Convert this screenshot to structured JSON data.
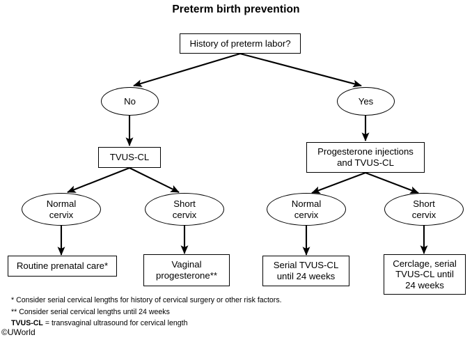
{
  "title": "Preterm birth prevention",
  "copyright": "©UWorld",
  "colors": {
    "stroke": "#000000",
    "fill": "#ffffff",
    "text": "#000000"
  },
  "nodes": {
    "root": {
      "label": "History of preterm labor?",
      "shape": "box"
    },
    "answer_no": {
      "label": "No",
      "shape": "ellipse"
    },
    "answer_yes": {
      "label": "Yes",
      "shape": "ellipse"
    },
    "tvus_cl": {
      "label": "TVUS-CL",
      "shape": "box"
    },
    "progesterone_tvus": {
      "line1": "Progesterone injections",
      "line2": "and TVUS-CL",
      "shape": "box"
    },
    "left_normal_cervix": {
      "line1": "Normal",
      "line2": "cervix",
      "shape": "ellipse"
    },
    "left_short_cervix": {
      "line1": "Short",
      "line2": "cervix",
      "shape": "ellipse"
    },
    "right_normal_cervix": {
      "line1": "Normal",
      "line2": "cervix",
      "shape": "ellipse"
    },
    "right_short_cervix": {
      "line1": "Short",
      "line2": "cervix",
      "shape": "ellipse"
    },
    "routine_prenatal_care": {
      "label": "Routine prenatal care*",
      "shape": "box"
    },
    "vaginal_progesterone": {
      "line1": "Vaginal",
      "line2": "progesterone**",
      "shape": "box"
    },
    "serial_tvus": {
      "line1": "Serial TVUS-CL",
      "line2": "until 24 weeks",
      "shape": "box"
    },
    "cerclage_serial_tvus": {
      "line1": "Cerclage, serial",
      "line2": "TVUS-CL until",
      "line3": "24 weeks",
      "shape": "box"
    }
  },
  "footnotes": {
    "asterisk": "* Consider serial cervical lengths for history of cervical surgery or other risk factors.",
    "double_asterisk": "** Consider serial cervical lengths until 24 weeks",
    "abbrev_term": "TVUS-CL",
    "abbrev_definition": " = transvaginal ultrasound for cervical length"
  },
  "chart_data": {
    "type": "flowchart",
    "title": "Preterm birth prevention",
    "orientation": "top-down",
    "nodes": [
      {
        "id": "root",
        "text": "History of preterm labor?",
        "shape": "rectangle",
        "level": 0
      },
      {
        "id": "answer_no",
        "text": "No",
        "shape": "ellipse",
        "level": 1
      },
      {
        "id": "answer_yes",
        "text": "Yes",
        "shape": "ellipse",
        "level": 1
      },
      {
        "id": "tvus_cl",
        "text": "TVUS-CL",
        "shape": "rectangle",
        "level": 2
      },
      {
        "id": "progesterone_tvus",
        "text": "Progesterone injections and TVUS-CL",
        "shape": "rectangle",
        "level": 2
      },
      {
        "id": "left_normal_cervix",
        "text": "Normal cervix",
        "shape": "ellipse",
        "level": 3
      },
      {
        "id": "left_short_cervix",
        "text": "Short cervix",
        "shape": "ellipse",
        "level": 3
      },
      {
        "id": "right_normal_cervix",
        "text": "Normal cervix",
        "shape": "ellipse",
        "level": 3
      },
      {
        "id": "right_short_cervix",
        "text": "Short cervix",
        "shape": "ellipse",
        "level": 3
      },
      {
        "id": "routine_prenatal_care",
        "text": "Routine prenatal care*",
        "shape": "rectangle",
        "level": 4
      },
      {
        "id": "vaginal_progesterone",
        "text": "Vaginal progesterone**",
        "shape": "rectangle",
        "level": 4
      },
      {
        "id": "serial_tvus",
        "text": "Serial TVUS-CL until 24 weeks",
        "shape": "rectangle",
        "level": 4
      },
      {
        "id": "cerclage_serial_tvus",
        "text": "Cerclage, serial TVUS-CL until 24 weeks",
        "shape": "rectangle",
        "level": 4
      }
    ],
    "edges": [
      {
        "from": "root",
        "to": "answer_no"
      },
      {
        "from": "root",
        "to": "answer_yes"
      },
      {
        "from": "answer_no",
        "to": "tvus_cl"
      },
      {
        "from": "answer_yes",
        "to": "progesterone_tvus"
      },
      {
        "from": "tvus_cl",
        "to": "left_normal_cervix"
      },
      {
        "from": "tvus_cl",
        "to": "left_short_cervix"
      },
      {
        "from": "progesterone_tvus",
        "to": "right_normal_cervix"
      },
      {
        "from": "progesterone_tvus",
        "to": "right_short_cervix"
      },
      {
        "from": "left_normal_cervix",
        "to": "routine_prenatal_care"
      },
      {
        "from": "left_short_cervix",
        "to": "vaginal_progesterone"
      },
      {
        "from": "right_normal_cervix",
        "to": "serial_tvus"
      },
      {
        "from": "right_short_cervix",
        "to": "cerclage_serial_tvus"
      }
    ]
  }
}
